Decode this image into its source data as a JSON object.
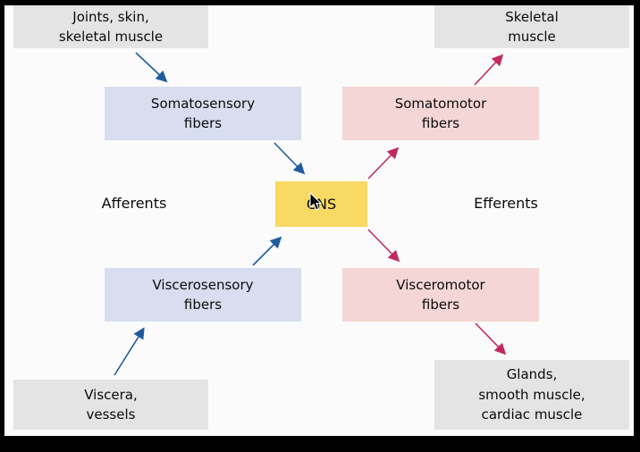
{
  "diagram": {
    "cns_label": "CNS",
    "afferents_label": "Afferents",
    "efferents_label": "Efferents",
    "boxes": {
      "joints_skin": "Joints, skin,\nskeletal muscle",
      "skeletal_muscle": "Skeletal\nmuscle",
      "somatosensory": "Somatosensory\nfibers",
      "somatomotor": "Somatomotor\nfibers",
      "viscerosensory": "Viscerosensory\nfibers",
      "visceromotor": "Visceromotor\nfibers",
      "viscera_vessels": "Viscera,\nvessels",
      "glands": "Glands,\nsmooth muscle,\ncardiac muscle"
    },
    "colors": {
      "source_box": "#e4e4e4",
      "sensory_box": "#d8def0",
      "motor_box": "#f5d6d6",
      "cns_box": "#f8d964",
      "afferent_arrow": "#1f5c9e",
      "efferent_arrow": "#c02a5e",
      "frame_border": "#000000",
      "background": "#fbfbfb"
    }
  }
}
